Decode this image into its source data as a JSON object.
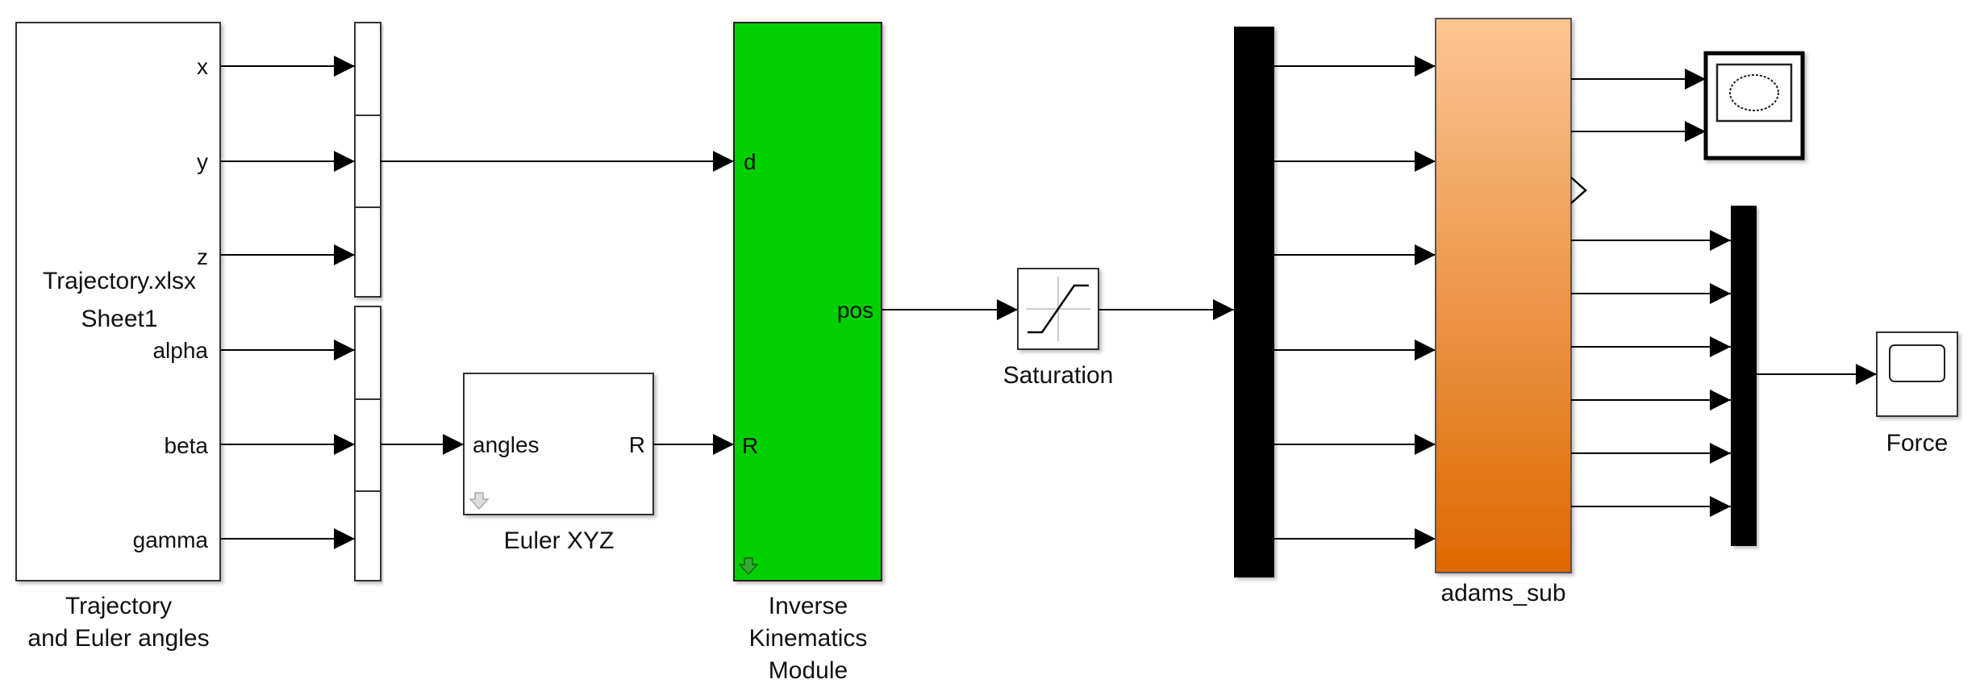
{
  "source_block": {
    "file": "Trajectory.xlsx",
    "sheet": "Sheet1",
    "ports": [
      "x",
      "y",
      "z",
      "alpha",
      "beta",
      "gamma"
    ],
    "caption_lines": [
      "Trajectory",
      "and Euler angles"
    ]
  },
  "euler_block": {
    "in_port": "angles",
    "out_port": "R",
    "caption": "Euler XYZ"
  },
  "ik_block": {
    "in_ports": [
      "d",
      "R"
    ],
    "out_port": "pos",
    "caption_lines": [
      "Inverse",
      "Kinematics",
      "Module"
    ],
    "color": "#00d000"
  },
  "saturation_block": {
    "caption": "Saturation"
  },
  "adams_block": {
    "caption": "adams_sub",
    "color_top": "#fcc592",
    "color_bottom": "#de6800"
  },
  "force_scope": {
    "caption": "Force"
  },
  "icons": [
    "scope-icon",
    "saturation-icon",
    "subsystem-arrow-icon"
  ]
}
